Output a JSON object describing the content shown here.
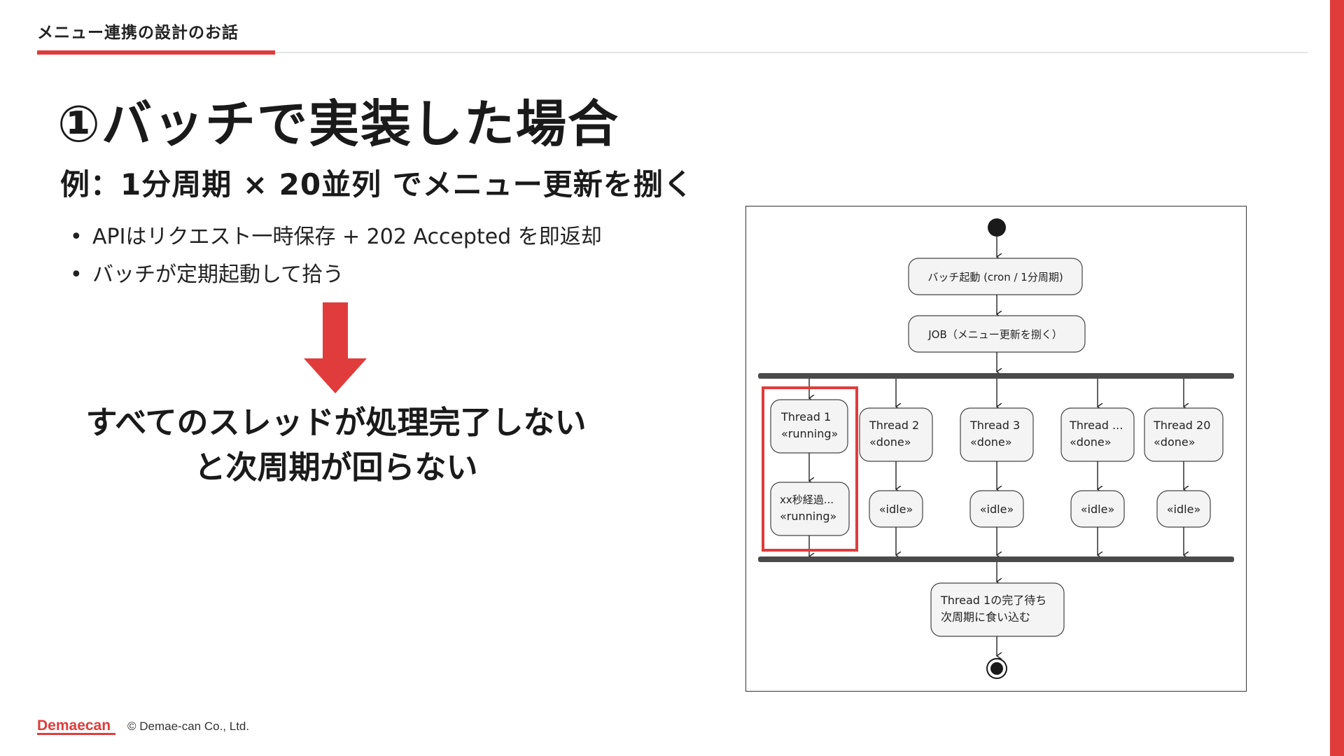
{
  "header": {
    "section_title": "メニュー連携の設計のお話"
  },
  "main": {
    "title": "①バッチで実装した場合",
    "subtitle": "例：1分周期 × 20並列 でメニュー更新を捌く",
    "bullets": [
      "APIはリクエスト一時保存 + 202 Accepted を即返却",
      "バッチが定期起動して拾う"
    ],
    "conclusion_line1": "すべてのスレッドが処理完了しない",
    "conclusion_line2": "と次周期が回らない"
  },
  "diagram": {
    "batch_node": "バッチ起動 (cron / 1分周期)",
    "job_node": "JOB（メニュー更新を捌く）",
    "threads": [
      {
        "name": "Thread 1",
        "state": "«running»",
        "next_line1": "xx秒経過...",
        "next_line2": "«running»"
      },
      {
        "name": "Thread 2",
        "state": "«done»",
        "next_line1": "«idle»"
      },
      {
        "name": "Thread 3",
        "state": "«done»",
        "next_line1": "«idle»"
      },
      {
        "name": "Thread ...",
        "state": "«done»",
        "next_line1": "«idle»"
      },
      {
        "name": "Thread 20",
        "state": "«done»",
        "next_line1": "«idle»"
      }
    ],
    "wait_node_line1": "Thread 1の完了待ち",
    "wait_node_line2": "次周期に食い込む"
  },
  "footer": {
    "logo": "Demaecan",
    "copyright": "© Demae-can Co., Ltd."
  },
  "colors": {
    "accent": "#e03c3c",
    "bar": "#4a4a4a",
    "node_fill": "#f4f4f4"
  }
}
